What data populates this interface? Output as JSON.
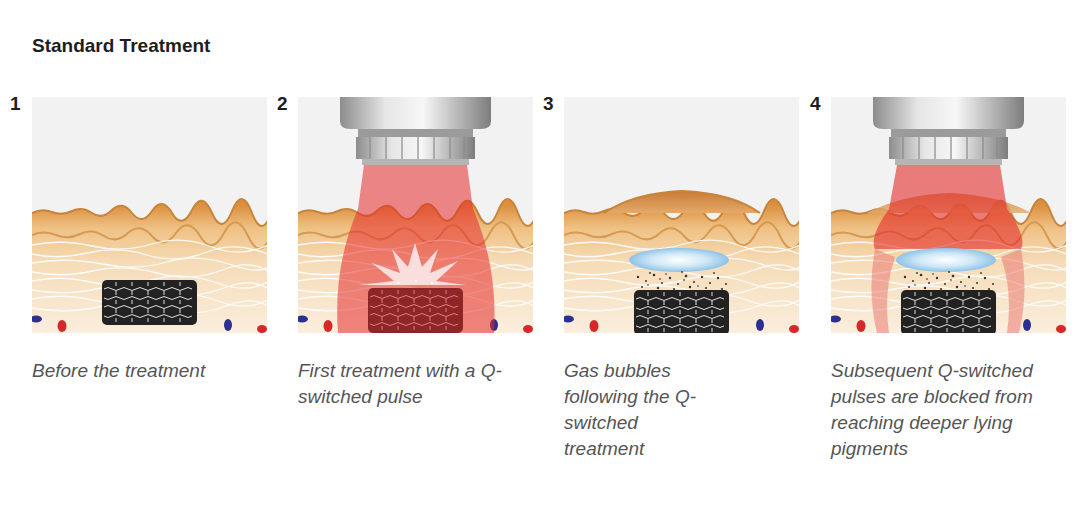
{
  "diagram": {
    "title": "Standard Treatment",
    "labels": [
      "1",
      "Before the treatment",
      "2",
      "First treatment with a Q-switched pulse",
      "3",
      "Gas bubbles following the Q-switched treatment",
      "4",
      "Subsequent Q-switched pulses are blocked from reaching deeper lying pigments"
    ]
  }
}
